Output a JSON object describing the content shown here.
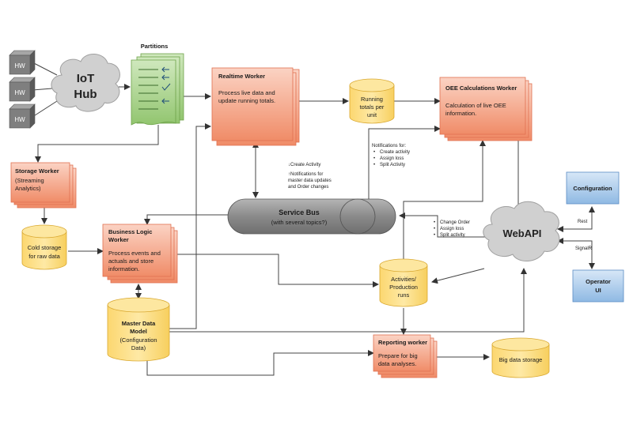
{
  "hw_boxes": [
    "HW",
    "HW",
    "HW"
  ],
  "iot_hub": [
    "IoT",
    "Hub"
  ],
  "partitions_label": "Partitions",
  "realtime_worker": {
    "title": "Realtime Worker",
    "body": [
      "Process live data and",
      "update running totals."
    ]
  },
  "running_totals": [
    "Running",
    "totals per",
    "unit"
  ],
  "oee_worker": {
    "title": "OEE Calculations Worker",
    "body": [
      "Calculation of live OEE",
      "information."
    ]
  },
  "storage_worker": [
    "Storage Worker",
    "(Streaming",
    "Analytics)"
  ],
  "cold_storage": [
    "Cold storage",
    "for raw data"
  ],
  "business_logic": {
    "title": [
      "Business Logic",
      "Worker"
    ],
    "body": [
      "Process events and",
      "actuals and store",
      "information."
    ]
  },
  "service_bus": {
    "title": "Service Bus",
    "sub": "(with several topics?)"
  },
  "create_activity_note": [
    "↓Create Activity",
    "↑Notifications for",
    "master data updates",
    "and Order changes"
  ],
  "notifications_note": {
    "title": "Notifications for:",
    "items": [
      "Create activity",
      "Assign loss",
      "Split Activity"
    ]
  },
  "change_order_note": [
    "Change Order",
    "Assign loss",
    "Split activity"
  ],
  "webapi": "WebAPI",
  "configuration": "Configuration",
  "operator_ui": [
    "Operator",
    "UI"
  ],
  "rest_label": "Rest",
  "signalr_label": "SignalR",
  "activities": [
    "Activities/",
    "Production",
    "runs"
  ],
  "master_data": {
    "title": [
      "Master Data",
      "Model"
    ],
    "sub": [
      "(Configuration",
      "Data)"
    ]
  },
  "reporting_worker": {
    "title": "Reporting worker",
    "body": [
      "Prepare for big",
      "data analyses."
    ]
  },
  "big_data_storage": "Big data storage",
  "colors": {
    "worker": "#f4a58a",
    "db": "#fde08c",
    "partition": "#a9d18e",
    "config": "#9dc3e6",
    "bus": "#8c8c8c",
    "cloud": "#d0d0d0",
    "hw": "#7f7f7f"
  }
}
